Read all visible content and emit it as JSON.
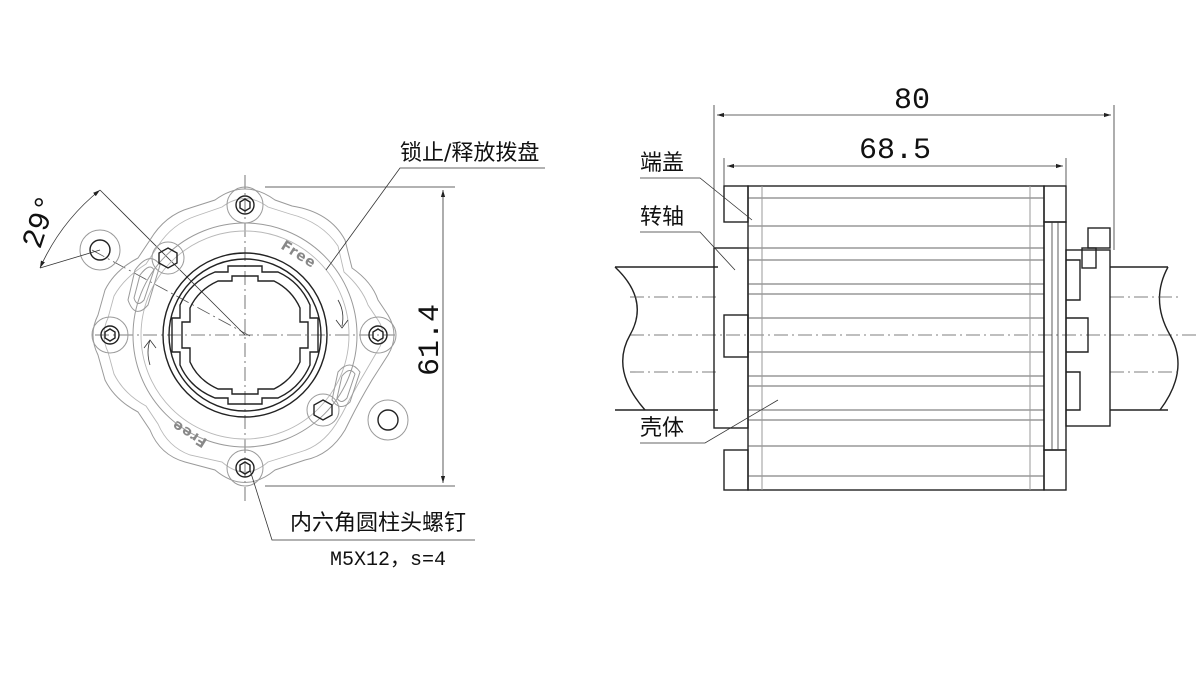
{
  "dimensions": {
    "overall_length": "80",
    "housing_length": "68.5",
    "flange_height": "61.4",
    "angle": "29°"
  },
  "labels": {
    "lock_dial": "锁止/释放拨盘",
    "screw": "内六角圆柱头螺钉",
    "screw_spec": "M5X12，s=4",
    "end_cap": "端盖",
    "shaft": "转轴",
    "housing": "壳体"
  },
  "markings": {
    "free_top": "Free",
    "free_bottom": "Free"
  },
  "colors": {
    "line": "#222222",
    "gray_detail": "#9a9a9a"
  }
}
